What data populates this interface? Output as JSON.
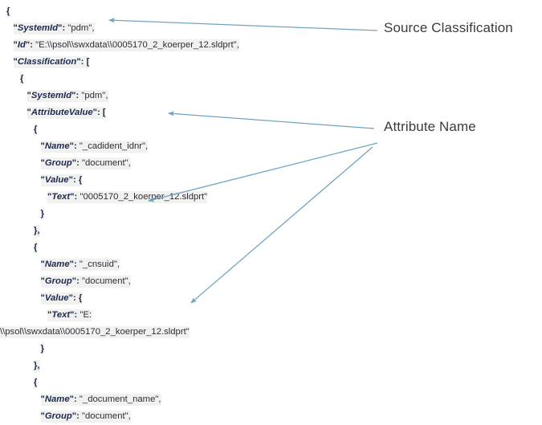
{
  "document": {
    "type": "annotated-json-snippet",
    "background_color": "#ffffff",
    "code_text_color": "#1b2a4e",
    "value_text_color": "#2c2f38",
    "highlight_background": "#f1f1ef",
    "annotation_color": "#3b3b3b",
    "arrow_color": "#6fa3c0"
  },
  "code": {
    "lines": [
      {
        "indent": 0,
        "text": "{"
      },
      {
        "indent": 1,
        "key": "SystemId",
        "value": "\"pdm\","
      },
      {
        "indent": 1,
        "key": "Id",
        "value": "\"E:\\\\psol\\\\swxdata\\\\0005170_2_koerper_12.sldprt\","
      },
      {
        "indent": 1,
        "key": "Classification",
        "value": "["
      },
      {
        "indent": 2,
        "text": "{"
      },
      {
        "indent": 3,
        "key": "SystemId",
        "value": "\"pdm\","
      },
      {
        "indent": 3,
        "key": "AttributeValue",
        "value": "["
      },
      {
        "indent": 4,
        "text": "{"
      },
      {
        "indent": 5,
        "key": "Name",
        "value": "\"_cadident_idnr\","
      },
      {
        "indent": 5,
        "key": "Group",
        "value": "\"document\","
      },
      {
        "indent": 5,
        "key": "Value",
        "value": "{"
      },
      {
        "indent": 6,
        "key": "Text",
        "value": "\"0005170_2_koerper_12.sldprt\""
      },
      {
        "indent": 5,
        "text": "}"
      },
      {
        "indent": 4,
        "text": "},"
      },
      {
        "indent": 4,
        "text": "{"
      },
      {
        "indent": 5,
        "key": "Name",
        "value": "\"_cnsuid\","
      },
      {
        "indent": 5,
        "key": "Group",
        "value": "\"document\","
      },
      {
        "indent": 5,
        "key": "Value",
        "value": "{"
      },
      {
        "indent": 6,
        "key": "Text",
        "value": "\"E:"
      },
      {
        "indent": -1,
        "text": "\\\\psol\\\\swxdata\\\\0005170_2_koerper_12.sldprt\""
      },
      {
        "indent": 5,
        "text": "}"
      },
      {
        "indent": 4,
        "text": "},"
      },
      {
        "indent": 4,
        "text": "{"
      },
      {
        "indent": 5,
        "key": "Name",
        "value": "\"_document_name\","
      },
      {
        "indent": 5,
        "key": "Group",
        "value": "\"document\","
      }
    ]
  },
  "annotations": {
    "source_classification": {
      "label": "Source Classification",
      "arrows": 1
    },
    "attribute_name": {
      "label": "Attribute Name",
      "arrows": 3
    }
  }
}
